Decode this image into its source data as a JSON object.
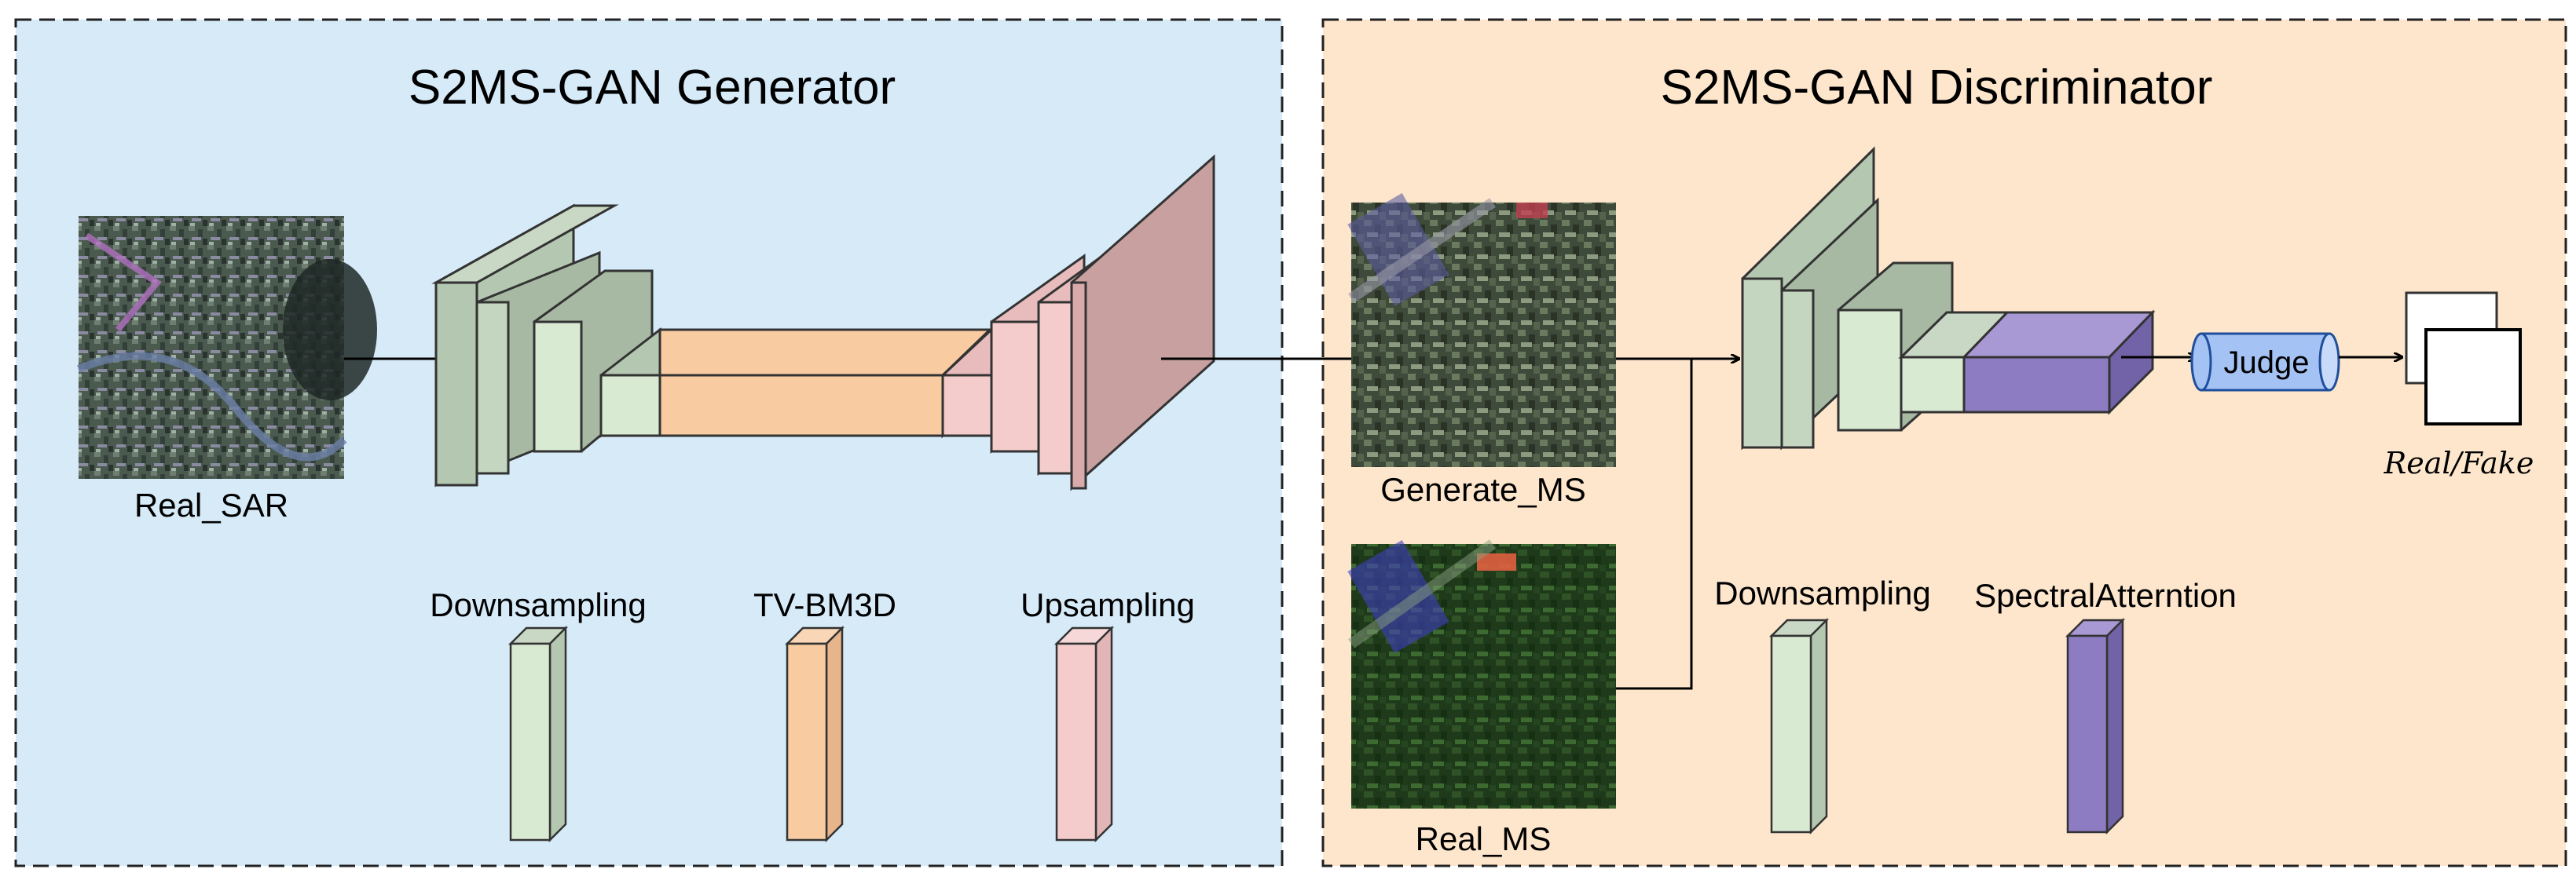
{
  "generator": {
    "title": "S2MS-GAN Generator",
    "input_label": "Real_SAR",
    "legend": [
      {
        "label": "Downsampling",
        "color": "#d9ead3"
      },
      {
        "label": "TV-BM3D",
        "color": "#f8cba0"
      },
      {
        "label": "Upsampling",
        "color": "#f4cccc"
      }
    ]
  },
  "discriminator": {
    "title": "S2MS-GAN Discriminator",
    "image_labels": [
      "Generate_MS",
      "Real_MS"
    ],
    "judge_label": "Judge",
    "output_label": "Real/Fake",
    "legend": [
      {
        "label": "Downsampling",
        "color": "#d9ead3"
      },
      {
        "label": "SpectralAtterntion",
        "color": "#8e7cc3"
      }
    ]
  },
  "colors": {
    "generator_bg": "#d6eaf8",
    "discriminator_bg": "#fde6cc",
    "downsampling": "#d9ead3",
    "downsampling_dark": "#b4c7b0",
    "tvbm3d": "#f8cba0",
    "upsampling": "#f4cccc",
    "final_upsampling": "#c9a0a0",
    "spectral": "#8e7cc3",
    "judge": "#a4c2f4"
  }
}
